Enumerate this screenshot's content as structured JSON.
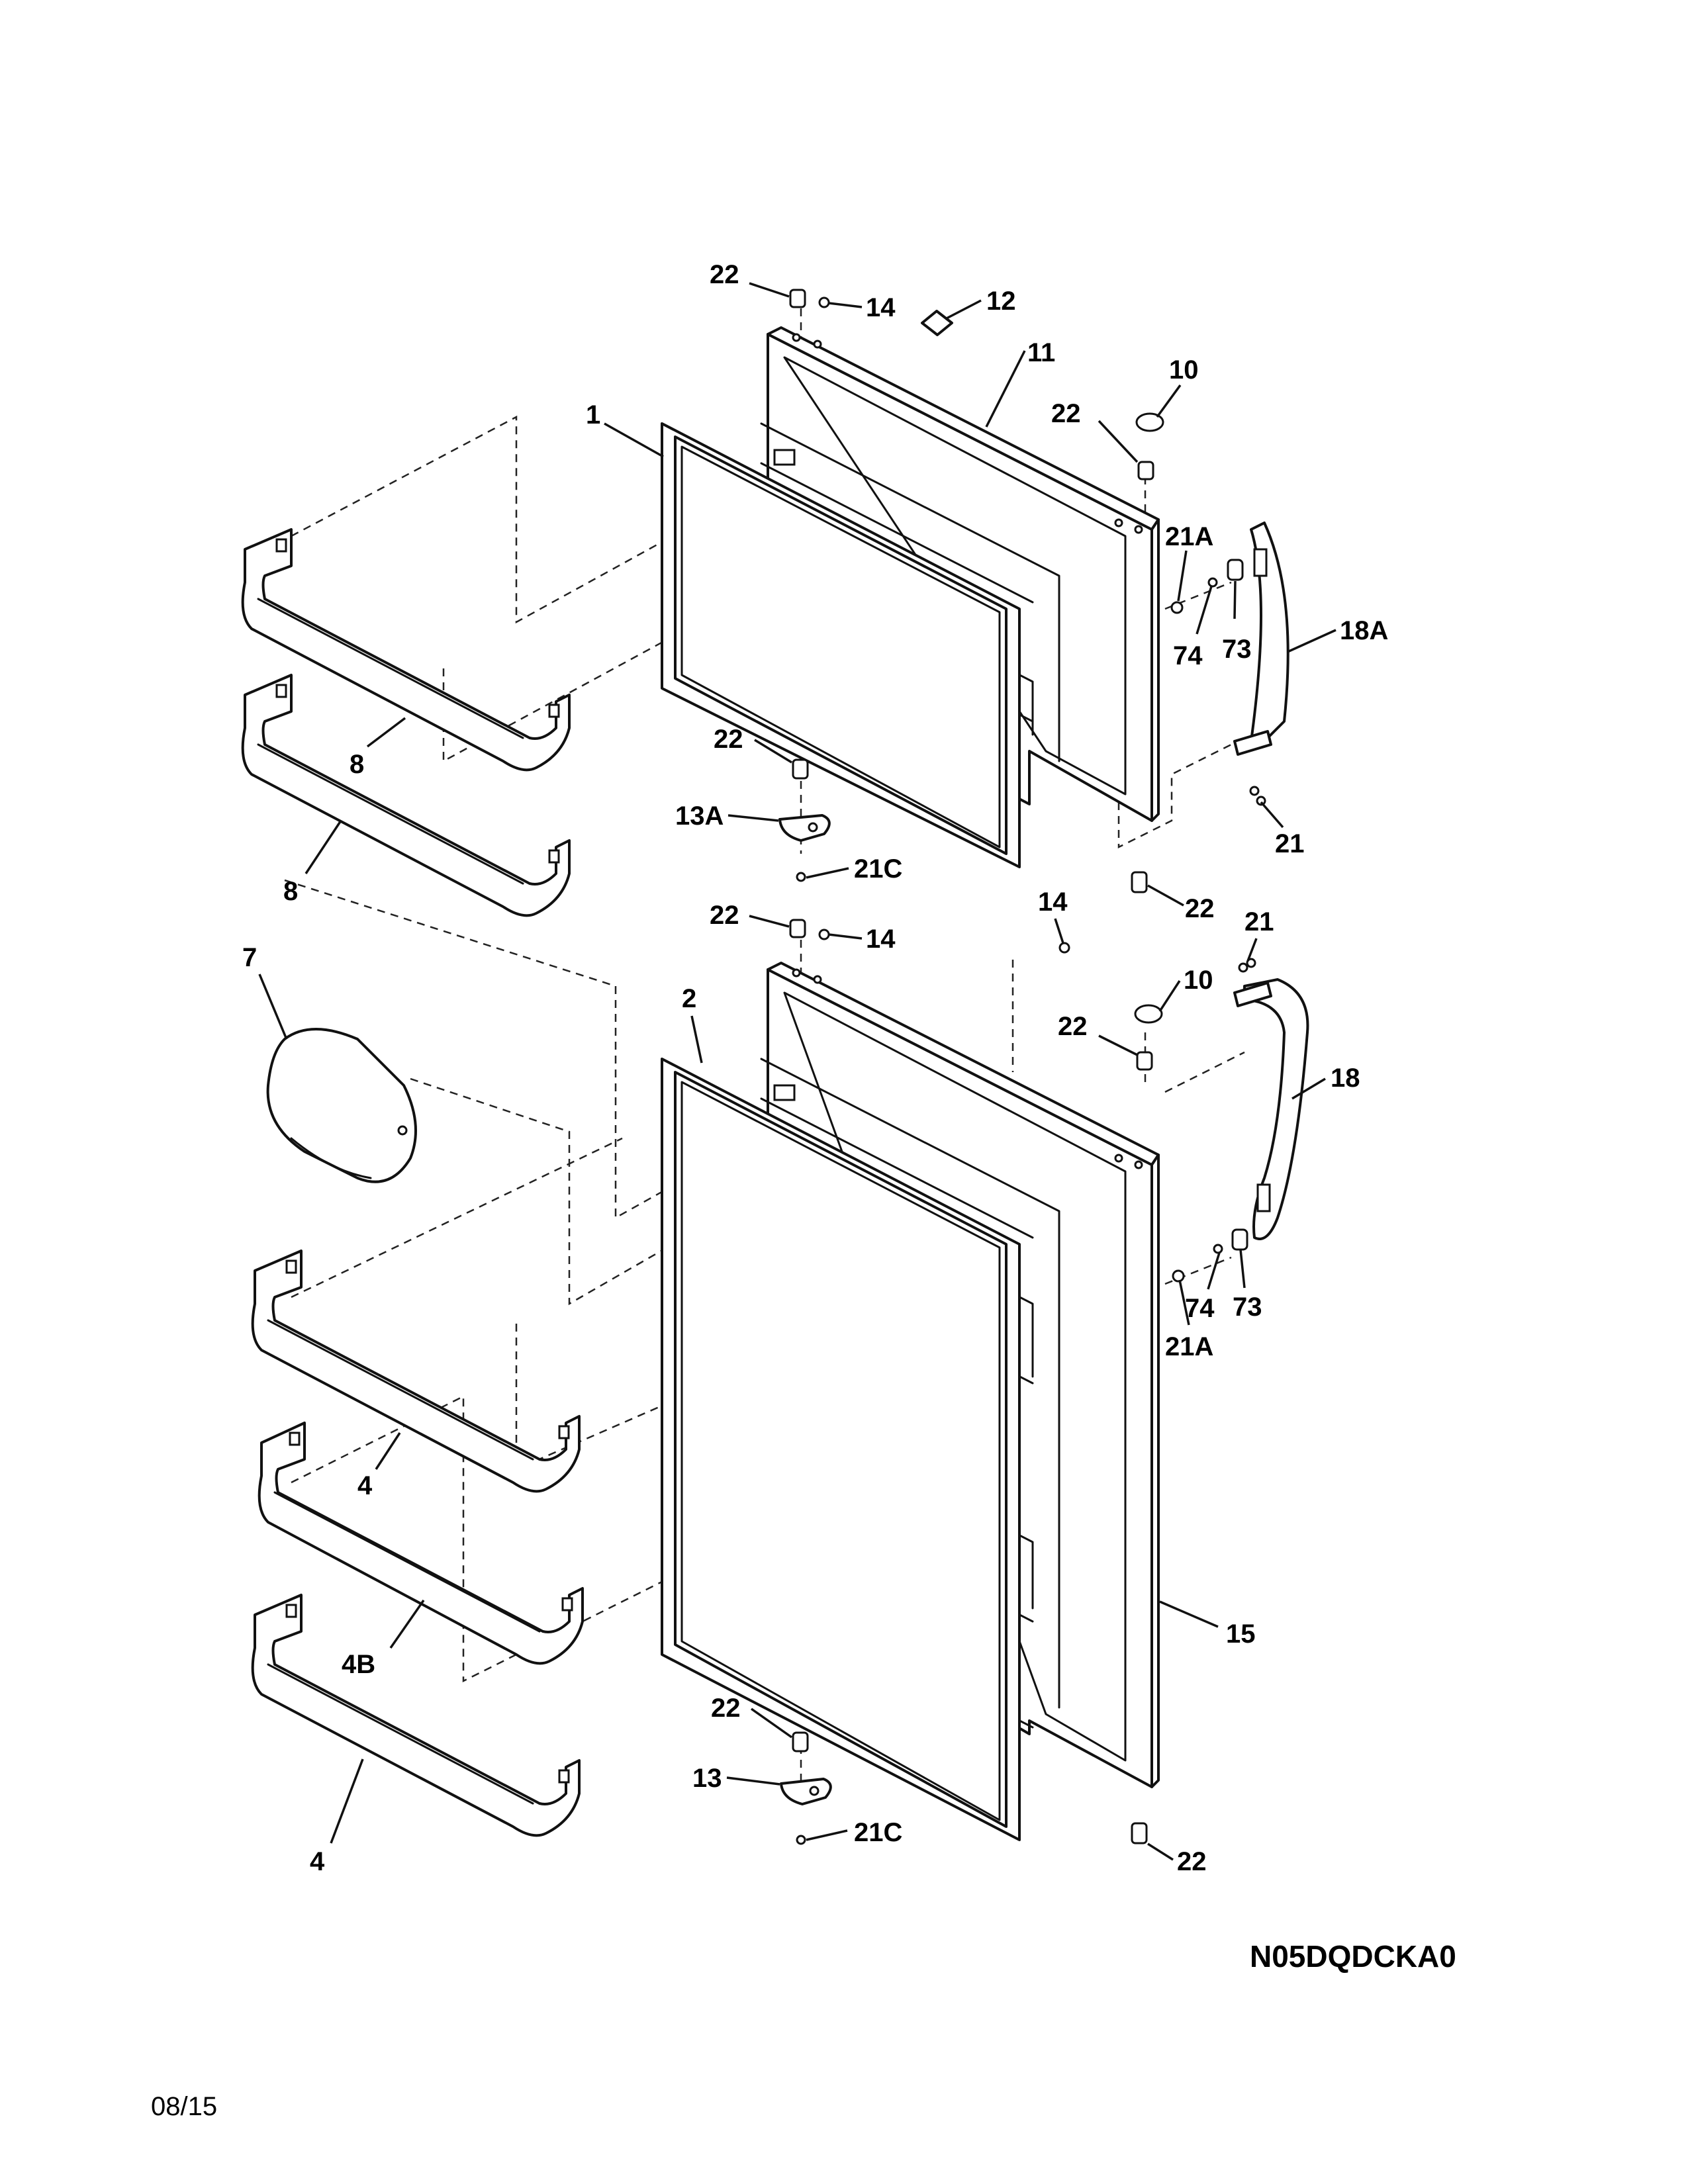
{
  "diagram": {
    "callouts": [
      {
        "id": "c-22-a",
        "text": "22"
      },
      {
        "id": "c-14-a",
        "text": "14"
      },
      {
        "id": "c-12",
        "text": "12"
      },
      {
        "id": "c-11",
        "text": "11"
      },
      {
        "id": "c-10-a",
        "text": "10"
      },
      {
        "id": "c-22-b",
        "text": "22"
      },
      {
        "id": "c-1",
        "text": "1"
      },
      {
        "id": "c-21a-a",
        "text": "21A"
      },
      {
        "id": "c-18a",
        "text": "18A"
      },
      {
        "id": "c-74-a",
        "text": "74"
      },
      {
        "id": "c-73-a",
        "text": "73"
      },
      {
        "id": "c-8-a",
        "text": "8"
      },
      {
        "id": "c-22-c",
        "text": "22"
      },
      {
        "id": "c-13a",
        "text": "13A"
      },
      {
        "id": "c-21-a",
        "text": "21"
      },
      {
        "id": "c-8-b",
        "text": "8"
      },
      {
        "id": "c-21c-a",
        "text": "21C"
      },
      {
        "id": "c-22-d",
        "text": "22"
      },
      {
        "id": "c-14-b",
        "text": "14"
      },
      {
        "id": "c-22-e",
        "text": "22"
      },
      {
        "id": "c-14-c",
        "text": "14"
      },
      {
        "id": "c-21-b",
        "text": "21"
      },
      {
        "id": "c-7",
        "text": "7"
      },
      {
        "id": "c-2",
        "text": "2"
      },
      {
        "id": "c-10-b",
        "text": "10"
      },
      {
        "id": "c-22-f",
        "text": "22"
      },
      {
        "id": "c-18",
        "text": "18"
      },
      {
        "id": "c-74-b",
        "text": "74"
      },
      {
        "id": "c-73-b",
        "text": "73"
      },
      {
        "id": "c-21a-b",
        "text": "21A"
      },
      {
        "id": "c-4-a",
        "text": "4"
      },
      {
        "id": "c-4b",
        "text": "4B"
      },
      {
        "id": "c-15",
        "text": "15"
      },
      {
        "id": "c-22-g",
        "text": "22"
      },
      {
        "id": "c-13",
        "text": "13"
      },
      {
        "id": "c-21c-b",
        "text": "21C"
      },
      {
        "id": "c-22-h",
        "text": "22"
      },
      {
        "id": "c-4-b",
        "text": "4"
      }
    ],
    "model_code": "N05DQDCKA0",
    "date": "08/15"
  }
}
